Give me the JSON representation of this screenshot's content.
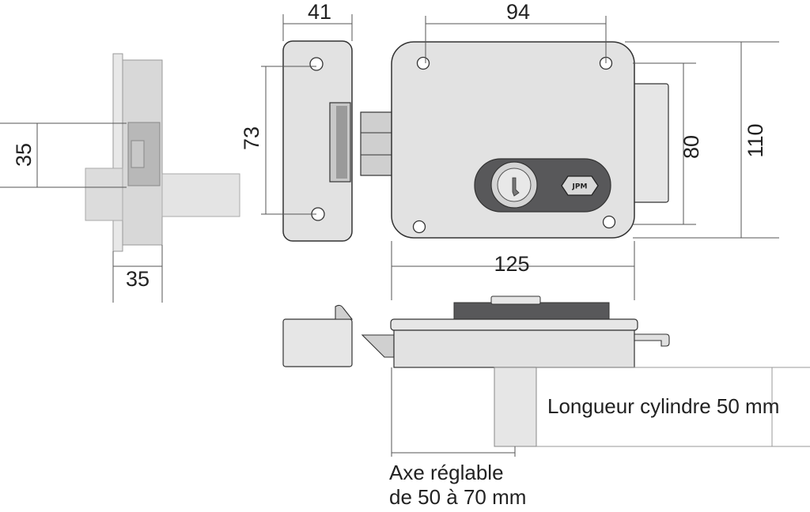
{
  "dimensions": {
    "side_height": "35",
    "side_width": "35",
    "strike_width": "41",
    "strike_height": "73",
    "hole_spacing": "94",
    "bolt_height": "80",
    "case_height": "110",
    "case_width": "125"
  },
  "captions": {
    "cylinder_length": "Longueur cylindre 50 mm",
    "axis_line1": "Axe réglable",
    "axis_line2": "de 50 à 70 mm"
  },
  "brand_logo": "JPM",
  "colors": {
    "body_fill": "#e2e2e2",
    "dark_panel": "#58585a",
    "outline": "#333333",
    "dim_line": "#555555"
  }
}
